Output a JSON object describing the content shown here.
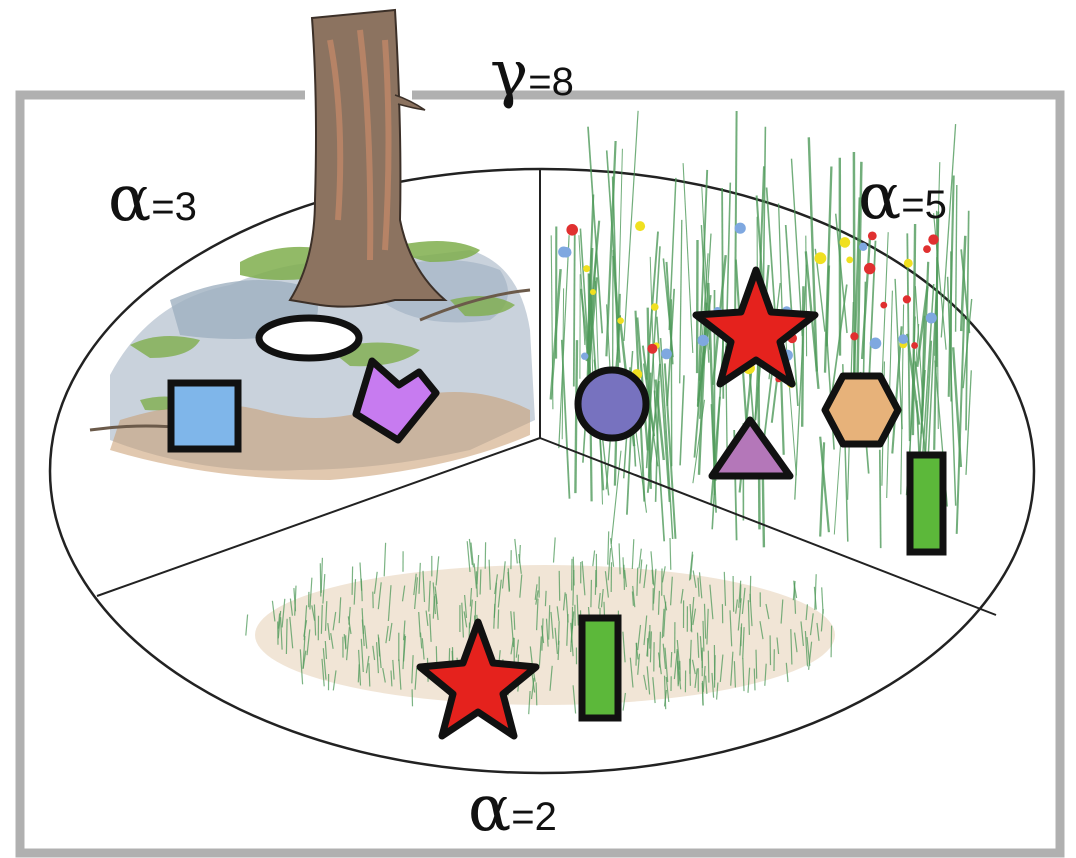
{
  "labels": {
    "gamma": {
      "symbol": "γ",
      "value": "=8"
    },
    "alpha_forest": {
      "symbol": "α",
      "value": "=3"
    },
    "alpha_meadow": {
      "symbol": "α",
      "value": "=5"
    },
    "alpha_grass": {
      "symbol": "α",
      "value": "=2"
    }
  },
  "habitats": {
    "forest": {
      "species": [
        {
          "shape": "ellipse",
          "color": "#ffffff"
        },
        {
          "shape": "square",
          "color": "#7fb6ea"
        },
        {
          "shape": "notched-pentagon",
          "color": "#c77bf0"
        }
      ]
    },
    "meadow": {
      "species": [
        {
          "shape": "star",
          "color": "#e5221d"
        },
        {
          "shape": "circle",
          "color": "#7772bf"
        },
        {
          "shape": "triangle",
          "color": "#b477b9"
        },
        {
          "shape": "hexagon",
          "color": "#e7b27a"
        },
        {
          "shape": "rectangle",
          "color": "#5cb83a"
        }
      ]
    },
    "grassland": {
      "species": [
        {
          "shape": "star",
          "color": "#e5221d"
        },
        {
          "shape": "rectangle",
          "color": "#5cb83a"
        }
      ]
    }
  },
  "colors": {
    "frame": "#b0b0b0",
    "outline": "#111111",
    "bark": "#8a6a55",
    "moss": "#7fae4c",
    "rock": "#a9b8c8",
    "grass": "#4f9a5a",
    "straw": "#d8b48a",
    "flower_yellow": "#f0e020",
    "flower_blue": "#7fa8e0",
    "flower_red": "#e03030"
  }
}
